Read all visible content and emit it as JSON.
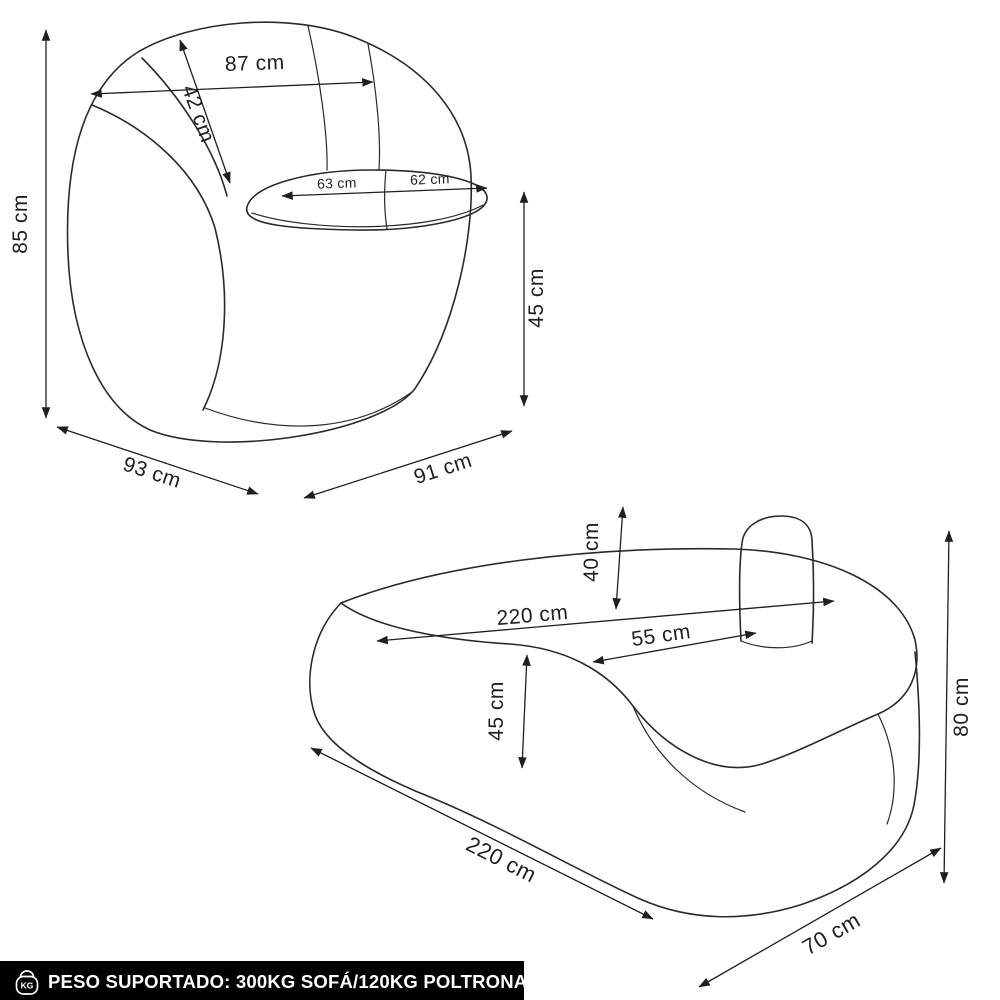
{
  "colors": {
    "background": "#ffffff",
    "line": "#2a2a2a",
    "dim_line": "#1f1f1f",
    "banner_bg": "#000000",
    "banner_text": "#ffffff"
  },
  "armchair": {
    "height": "85 cm",
    "top_width": "87 cm",
    "backrest_depth": "42 cm",
    "seat_width_left": "63 cm",
    "seat_width_right": "62 cm",
    "seat_height": "45 cm",
    "base_depth": "93 cm",
    "base_width": "91 cm"
  },
  "sofa": {
    "backrest_height": "40 cm",
    "length": "220 cm",
    "seat_depth": "55 cm",
    "seat_height": "45 cm",
    "height": "80 cm",
    "base_length": "220 cm",
    "depth": "70 cm"
  },
  "banner": {
    "icon_text": "KG",
    "text": "PESO SUPORTADO: 300KG SOFÁ/120KG POLTRONA"
  }
}
